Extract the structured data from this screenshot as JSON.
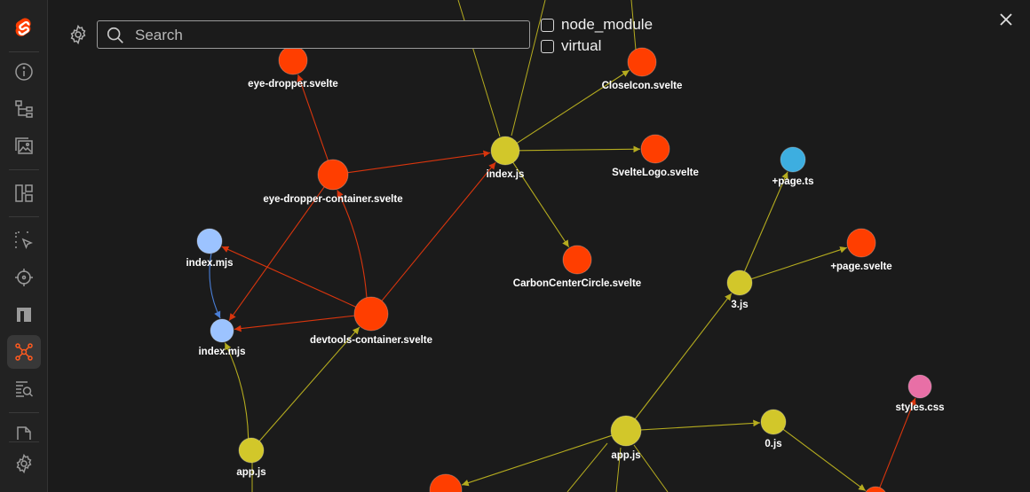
{
  "toolbar": {
    "search_placeholder": "Search",
    "search_value": "",
    "filters": [
      {
        "label": "node_module",
        "checked": false
      },
      {
        "label": "virtual",
        "checked": false
      }
    ]
  },
  "sidebar": {
    "items": [
      {
        "icon": "svelte-logo-icon"
      },
      {
        "icon": "info-icon"
      },
      {
        "icon": "component-tree-icon"
      },
      {
        "icon": "assets-icon"
      },
      {
        "icon": "split-view-icon"
      },
      {
        "icon": "inspect-icon"
      },
      {
        "icon": "crosshair-icon"
      },
      {
        "icon": "npm-icon"
      },
      {
        "icon": "graph-icon",
        "active": true
      },
      {
        "icon": "search-code-icon"
      },
      {
        "icon": "document-icon"
      },
      {
        "icon": "settings-icon"
      }
    ]
  },
  "colors": {
    "svelte": "#ff3e00",
    "js": "#d2c72a",
    "mjs": "#9cc3ff",
    "ts": "#3daee0",
    "css": "#e86fa6",
    "edge_js": "#b5ac1f",
    "edge_svelte": "#d9350d",
    "edge_mjs": "#4a7fd8"
  },
  "graph": {
    "nodes": [
      {
        "id": "eye-dropper.svelte",
        "label": "eye-dropper.svelte",
        "type": "svelte"
      },
      {
        "id": "CloseIcon.svelte",
        "label": "CloseIcon.svelte",
        "type": "svelte"
      },
      {
        "id": "index.js",
        "label": "index.js",
        "type": "js"
      },
      {
        "id": "SvelteLogo.svelte",
        "label": "SvelteLogo.svelte",
        "type": "svelte"
      },
      {
        "id": "eye-dropper-container.svelte",
        "label": "eye-dropper-container.svelte",
        "type": "svelte"
      },
      {
        "id": "+page.ts",
        "label": "+page.ts",
        "type": "ts"
      },
      {
        "id": "index.mjs-a",
        "label": "index.mjs",
        "type": "mjs"
      },
      {
        "id": "+page.svelte",
        "label": "+page.svelte",
        "type": "svelte"
      },
      {
        "id": "CarbonCenterCircle.svelte",
        "label": "CarbonCenterCircle.svelte",
        "type": "svelte"
      },
      {
        "id": "3.js",
        "label": "3.js",
        "type": "js"
      },
      {
        "id": "devtools-container.svelte",
        "label": "devtools-container.svelte",
        "type": "svelte"
      },
      {
        "id": "index.mjs-b",
        "label": "index.mjs",
        "type": "mjs"
      },
      {
        "id": "styles.css",
        "label": "styles.css",
        "type": "css"
      },
      {
        "id": "0.js",
        "label": "0.js",
        "type": "js"
      },
      {
        "id": "app.js-a",
        "label": "app.js",
        "type": "js"
      },
      {
        "id": "app.js-b",
        "label": "app.js",
        "type": "js"
      },
      {
        "id": "bottom-svelte-a",
        "label": "",
        "type": "svelte"
      },
      {
        "id": "bottom-svelte-b",
        "label": "",
        "type": "svelte"
      }
    ],
    "edges": [
      {
        "from": "eye-dropper-container.svelte",
        "to": "eye-dropper.svelte",
        "kind": "svelte"
      },
      {
        "from": "eye-dropper-container.svelte",
        "to": "index.js",
        "kind": "svelte"
      },
      {
        "from": "eye-dropper-container.svelte",
        "to": "index.mjs-b",
        "kind": "svelte"
      },
      {
        "from": "index.js",
        "to": "CloseIcon.svelte",
        "kind": "js"
      },
      {
        "from": "index.js",
        "to": "SvelteLogo.svelte",
        "kind": "js"
      },
      {
        "from": "index.js",
        "to": "CarbonCenterCircle.svelte",
        "kind": "js"
      },
      {
        "from": "index.mjs-a",
        "to": "index.mjs-b",
        "kind": "mjs"
      },
      {
        "from": "devtools-container.svelte",
        "to": "index.mjs-a",
        "kind": "svelte"
      },
      {
        "from": "devtools-container.svelte",
        "to": "index.mjs-b",
        "kind": "svelte"
      },
      {
        "from": "devtools-container.svelte",
        "to": "index.js",
        "kind": "svelte"
      },
      {
        "from": "devtools-container.svelte",
        "to": "eye-dropper-container.svelte",
        "kind": "svelte"
      },
      {
        "from": "app.js-b",
        "to": "index.mjs-b",
        "kind": "js"
      },
      {
        "from": "app.js-b",
        "to": "devtools-container.svelte",
        "kind": "js"
      },
      {
        "from": "3.js",
        "to": "+page.ts",
        "kind": "js"
      },
      {
        "from": "3.js",
        "to": "+page.svelte",
        "kind": "js"
      },
      {
        "from": "app.js-a",
        "to": "3.js",
        "kind": "js"
      },
      {
        "from": "app.js-a",
        "to": "0.js",
        "kind": "js"
      },
      {
        "from": "app.js-a",
        "to": "bottom-svelte-a",
        "kind": "js"
      },
      {
        "from": "0.js",
        "to": "bottom-svelte-b",
        "kind": "js"
      },
      {
        "from": "bottom-svelte-b",
        "to": "styles.css",
        "kind": "svelte"
      }
    ]
  }
}
